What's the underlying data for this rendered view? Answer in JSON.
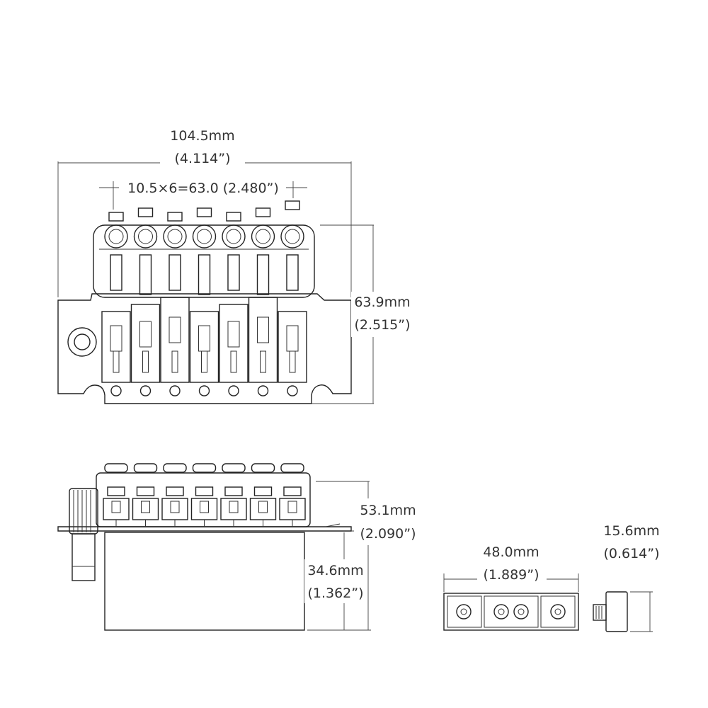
{
  "dimensions": {
    "top_width_mm": "104.5mm",
    "top_width_in": "(4.114”)",
    "string_spacing": "10.5×6=63.0 (2.480”)",
    "top_depth_mm": "63.9mm",
    "top_depth_in": "(2.515”)",
    "side_height_mm": "53.1mm",
    "side_height_in": "(2.090”)",
    "block_height_mm": "34.6mm",
    "block_height_in": "(1.362”)",
    "locknut_width_mm": "48.0mm",
    "locknut_width_in": "(1.889”)",
    "locknut_depth_mm": "15.6mm",
    "locknut_depth_in": "(0.614”)"
  },
  "saddle_count": 7
}
